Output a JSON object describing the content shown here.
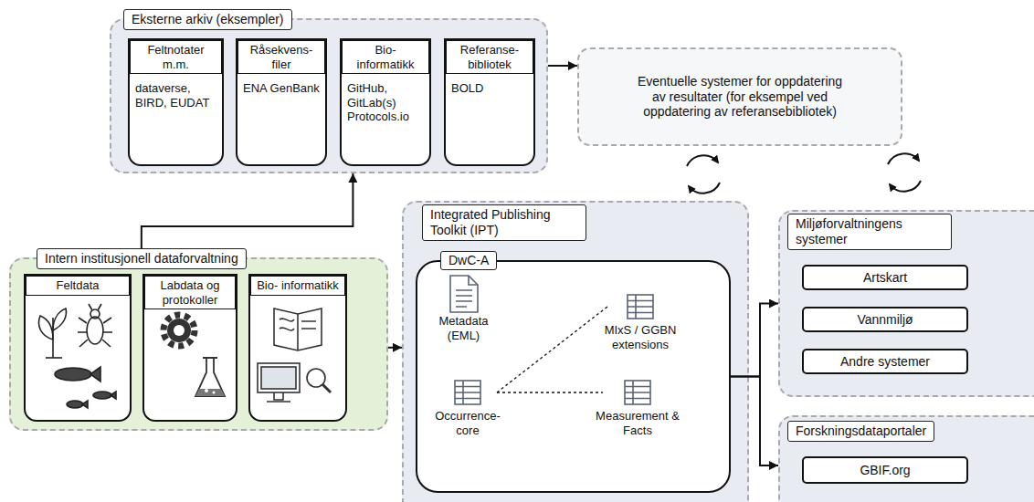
{
  "diagram": {
    "nodes": [
      {
        "text": [
          "Eksterne arkiv (eksempler)"
        ]
      },
      {
        "text": [
          "Feltnotater m.m.",
          "dataverse, BIRD, EUDAT"
        ],
        "in": 0
      },
      {
        "text": [
          "Råsekvens- filer",
          "ENA GenBank"
        ],
        "in": 0
      },
      {
        "text": [
          "Bio- informatikk",
          "GitHub, GitLab(s) Protocols.io"
        ],
        "in": 0
      },
      {
        "text": [
          "Referanse- bibliotek",
          "BOLD"
        ],
        "in": 0
      },
      {
        "text": [
          "Eventuelle systemer for oppdatering av resultater (for eksempel ved oppdatering av referansebibliotek)"
        ]
      },
      {
        "text": [
          "Intern institusjonell dataforvaltning"
        ]
      },
      {
        "text": [
          "Feltdata"
        ],
        "in": 6
      },
      {
        "text": [
          "Labdata og protokoller"
        ],
        "in": 6
      },
      {
        "text": [
          "Bio- informatikk"
        ],
        "in": 6
      },
      {
        "text": [
          "Integrated Publishing Toolkit (IPT)"
        ]
      },
      {
        "text": [
          "DwC-A"
        ],
        "in": 10
      },
      {
        "text": [
          "Metadata (EML)"
        ],
        "in": 11
      },
      {
        "text": [
          "MIxS / GGBN extensions"
        ],
        "in": 11
      },
      {
        "text": [
          "Occurrence- core"
        ],
        "in": 11
      },
      {
        "text": [
          "Measurement & Facts"
        ],
        "in": 11
      },
      {
        "text": [
          "Miljøforvaltningens systemer"
        ]
      },
      {
        "text": [
          "Artskart"
        ],
        "in": 16
      },
      {
        "text": [
          "Vannmiljø"
        ],
        "in": 16
      },
      {
        "text": [
          "Andre systemer"
        ],
        "in": 16
      },
      {
        "text": [
          "Forskningsdataportaler"
        ]
      },
      {
        "text": [
          "GBIF.org"
        ],
        "in": 20
      }
    ],
    "edges": [
      {
        "from": 6,
        "to": 0,
        "arrow": "to"
      },
      {
        "from": 0,
        "to": 5,
        "arrow": "to"
      },
      {
        "from": 6,
        "to": 10,
        "arrow": "to"
      },
      {
        "from": 11,
        "to": 16,
        "arrow": "to"
      },
      {
        "from": 11,
        "to": 20,
        "arrow": "to"
      },
      {
        "from": 14,
        "to": 13,
        "arrow": "none"
      },
      {
        "from": 14,
        "to": 15,
        "arrow": "none"
      }
    ]
  }
}
